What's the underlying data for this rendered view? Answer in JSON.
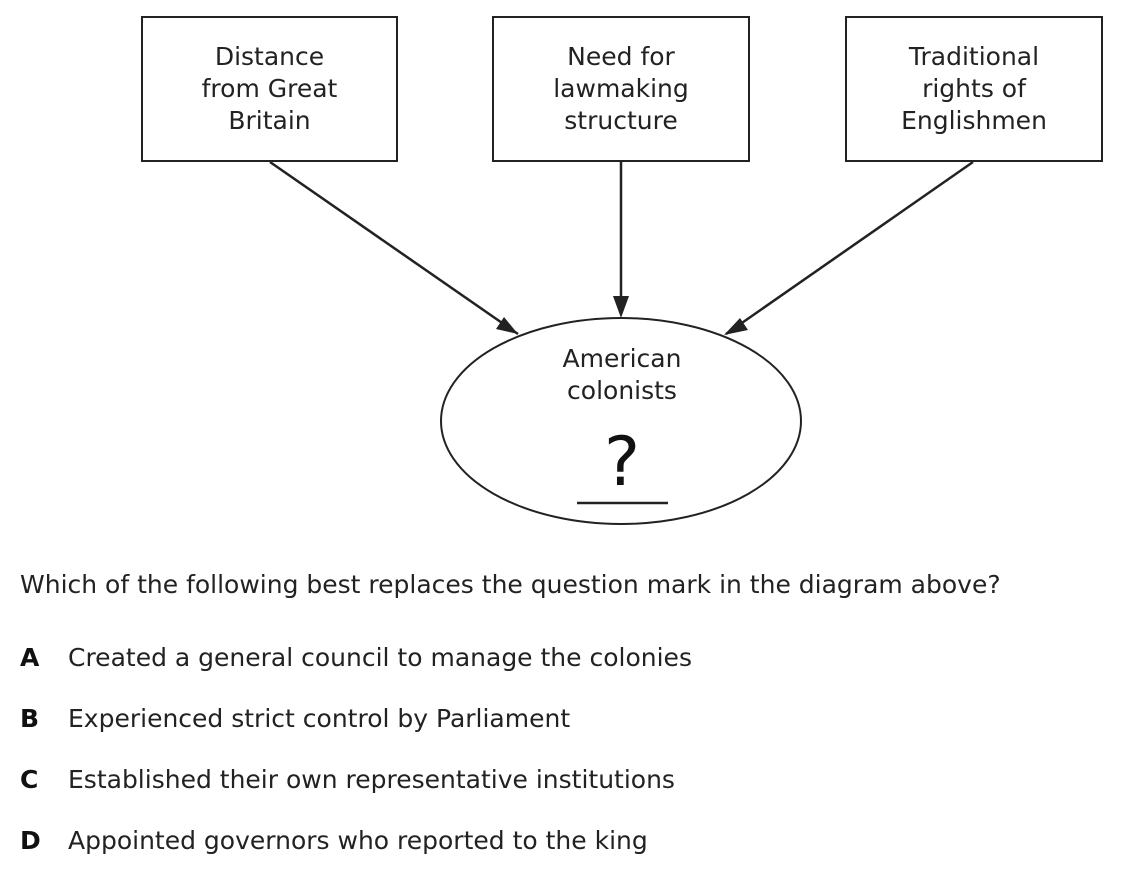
{
  "diagram": {
    "boxes": [
      {
        "lines": [
          "Distance",
          "from Great",
          "Britain"
        ]
      },
      {
        "lines": [
          "Need for",
          "lawmaking",
          "structure"
        ]
      },
      {
        "lines": [
          "Traditional",
          "rights of",
          "Englishmen"
        ]
      }
    ],
    "center": {
      "lines": [
        "American",
        "colonists"
      ],
      "unknown": "?"
    }
  },
  "question": "Which of the following best replaces the question mark in the diagram above?",
  "options": [
    {
      "letter": "A",
      "text": "Created a general council to manage the colonies"
    },
    {
      "letter": "B",
      "text": "Experienced strict control by Parliament"
    },
    {
      "letter": "C",
      "text": "Established their own representative institutions"
    },
    {
      "letter": "D",
      "text": "Appointed governors who reported to the king"
    }
  ]
}
